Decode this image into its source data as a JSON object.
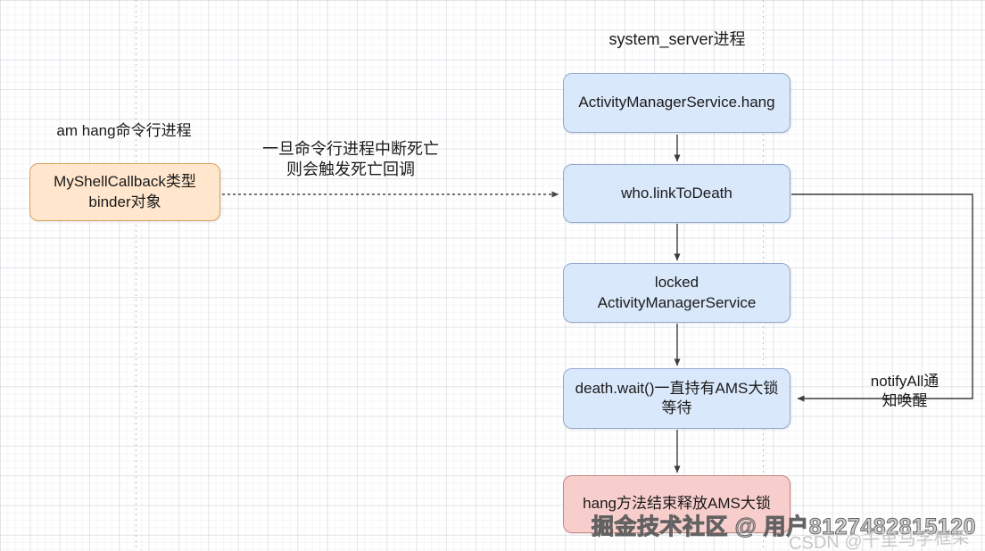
{
  "diagram": {
    "titles": {
      "system_server_process": "system_server进程",
      "am_hang_process": "am hang命令行进程"
    },
    "nodes": {
      "ams_hang": {
        "label": "ActivityManagerService.hang"
      },
      "who_link_to_death": {
        "label": "who.linkToDeath"
      },
      "locked_ams": {
        "label": "locked  ActivityManagerService"
      },
      "death_wait": {
        "label": "death.wait()一直持有AMS大锁\n等待"
      },
      "hang_release": {
        "label": "hang方法结束释放AMS大锁"
      },
      "my_shell_callback": {
        "label": "MyShellCallback类型\nbinder对象"
      }
    },
    "edge_labels": {
      "death_callback": "一旦命令行进程中断死亡\n则会触发死亡回调",
      "notify_all": "notifyAll通知唤醒"
    },
    "colors": {
      "node_blue_fill": "#dae8fc",
      "node_blue_border": "#93a9cd",
      "node_orange_fill": "#ffe6cc",
      "node_orange_border": "#d9a35f",
      "node_pink_fill": "#f8cecc",
      "node_pink_border": "#c48582",
      "connector": "#3d3d3d"
    }
  },
  "watermarks": {
    "juejin": "掘金技术社区 @ 用户8127482815120",
    "csdn": "CSDN @千里马学框架"
  }
}
